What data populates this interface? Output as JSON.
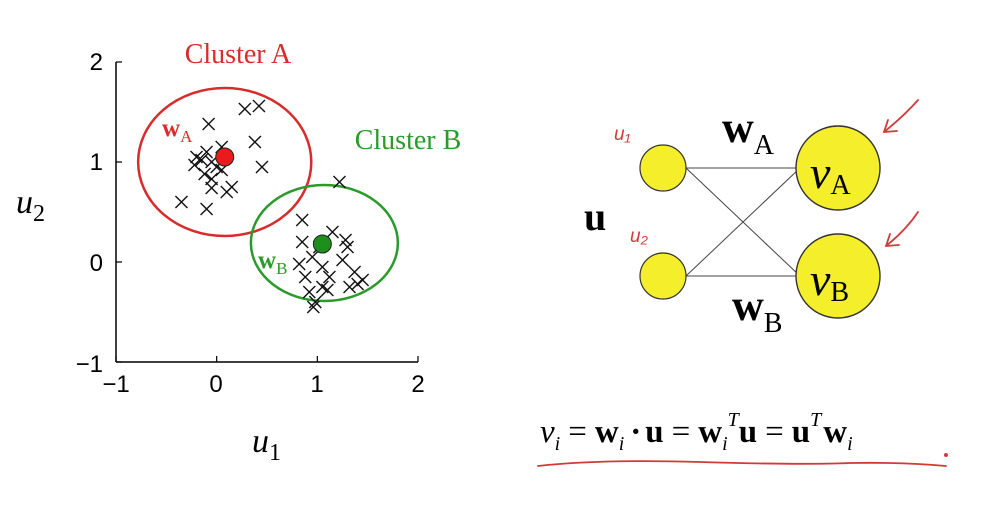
{
  "scatter_plot": {
    "cluster_a_label": "Cluster A",
    "cluster_b_label": "Cluster B",
    "x_label_base": "u",
    "x_label_sub": "1",
    "y_label_base": "u",
    "y_label_sub": "2",
    "weight_a_base": "w",
    "weight_a_sub": "A",
    "weight_b_base": "w",
    "weight_b_sub": "B",
    "x_ticks": [
      "−1",
      "0",
      "1",
      "2"
    ],
    "y_ticks": [
      "2",
      "1",
      "0",
      "−1"
    ],
    "colors": {
      "cluster_a": "#d92b2b",
      "cluster_b": "#2a9a2a",
      "points": "#111111"
    }
  },
  "chart_data": {
    "type": "scatter",
    "title": "",
    "xlabel": "u1",
    "ylabel": "u2",
    "xlim": [
      -1,
      2
    ],
    "ylim": [
      -1,
      2
    ],
    "series": [
      {
        "name": "Cluster A",
        "points": [
          [
            0.42,
            1.56
          ],
          [
            0.28,
            1.53
          ],
          [
            -0.08,
            1.38
          ],
          [
            0.38,
            1.2
          ],
          [
            -0.2,
            1.05
          ],
          [
            -0.1,
            1.1
          ],
          [
            -0.05,
            1.0
          ],
          [
            0.05,
            0.92
          ],
          [
            0.45,
            0.95
          ],
          [
            -0.12,
            0.88
          ],
          [
            -0.22,
            0.97
          ],
          [
            -0.05,
            0.83
          ],
          [
            0.15,
            0.75
          ],
          [
            0.1,
            0.7
          ],
          [
            -0.05,
            0.74
          ],
          [
            -0.35,
            0.6
          ],
          [
            -0.1,
            0.53
          ],
          [
            0.05,
            1.15
          ],
          [
            -0.15,
            1.02
          ],
          [
            0.0,
            0.95
          ]
        ]
      },
      {
        "name": "Cluster B",
        "points": [
          [
            1.22,
            0.8
          ],
          [
            0.85,
            0.42
          ],
          [
            1.15,
            0.3
          ],
          [
            1.28,
            0.22
          ],
          [
            0.85,
            0.2
          ],
          [
            1.02,
            0.15
          ],
          [
            1.3,
            0.15
          ],
          [
            0.95,
            0.05
          ],
          [
            1.25,
            0.02
          ],
          [
            0.82,
            -0.02
          ],
          [
            1.05,
            -0.05
          ],
          [
            1.37,
            -0.1
          ],
          [
            0.88,
            -0.15
          ],
          [
            1.12,
            -0.15
          ],
          [
            1.45,
            -0.18
          ],
          [
            1.05,
            -0.25
          ],
          [
            1.32,
            -0.25
          ],
          [
            0.92,
            -0.3
          ],
          [
            0.98,
            -0.4
          ],
          [
            0.96,
            -0.45
          ],
          [
            1.4,
            -0.22
          ],
          [
            1.1,
            -0.28
          ]
        ]
      }
    ],
    "centroids": [
      {
        "name": "w_A",
        "x": 0.08,
        "y": 1.05,
        "color": "#e81c1c"
      },
      {
        "name": "w_B",
        "x": 1.05,
        "y": 0.18,
        "color": "#1c8f1c"
      }
    ],
    "ellipses": [
      {
        "cluster": "A",
        "cx": 0.08,
        "cy": 1.0,
        "rx": 0.86,
        "ry": 0.74,
        "color": "#d92b2b"
      },
      {
        "cluster": "B",
        "cx": 1.07,
        "cy": 0.19,
        "rx": 0.73,
        "ry": 0.58,
        "color": "#2a9a2a"
      }
    ]
  },
  "network": {
    "input_label": "u",
    "input_1_note": "u₁",
    "input_2_note": "u₂",
    "weight_a_base": "w",
    "weight_a_sub": "A",
    "weight_b_base": "w",
    "weight_b_sub": "B",
    "output_a_base": "v",
    "output_a_sub": "A",
    "output_b_base": "v",
    "output_b_sub": "B",
    "colors": {
      "node_fill": "#f5ee2a",
      "node_stroke": "#333333",
      "annotation": "#d23a3a"
    }
  },
  "equation": {
    "v": "v",
    "i": "i",
    "eq": "=",
    "w": "w",
    "dot": "·",
    "u": "u",
    "T": "T"
  }
}
